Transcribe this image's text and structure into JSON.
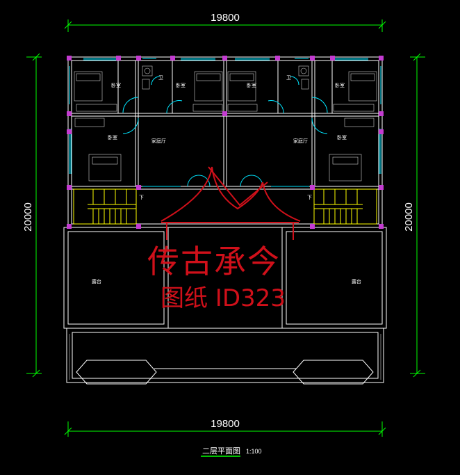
{
  "dimensions": {
    "top_width": "19800",
    "bottom_width": "19800",
    "left_height": "20000",
    "right_height": "20000"
  },
  "rooms": {
    "bedroom": "卧室",
    "bathroom": "卫",
    "family_hall": "家庭厅",
    "terrace": "露台",
    "stair_down": "下"
  },
  "drawing_title": "二层平面图",
  "scale_label": "1:100",
  "watermark": {
    "brand": "传古承今",
    "drawing_id": "图纸 ID323"
  },
  "colors": {
    "dimension_lines": "#00ff00",
    "walls": "#ffffff",
    "windows": "#00e5ff",
    "columns": "#c43bd1",
    "stairs": "#ffff00",
    "watermark": "#d0101a"
  }
}
